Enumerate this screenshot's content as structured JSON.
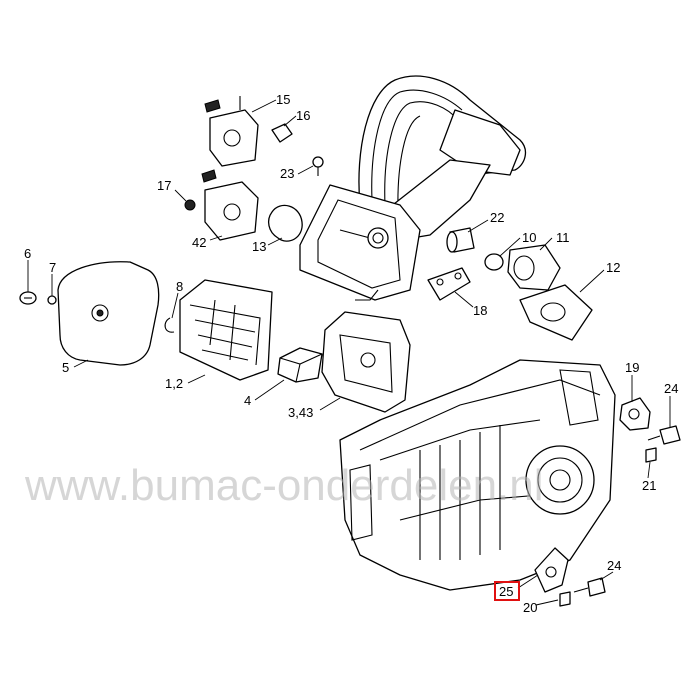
{
  "watermark": "www.bumac-onderdelen.nl",
  "highlight_color": "#e01010",
  "labels": {
    "l15": "15",
    "l16": "16",
    "l23": "23",
    "l17": "17",
    "l42": "42",
    "l13": "13",
    "l22": "22",
    "l10": "10",
    "l11": "11",
    "l12": "12",
    "l18": "18",
    "l6": "6",
    "l7": "7",
    "l8": "8",
    "l5": "5",
    "l12b": "1,2",
    "l4": "4",
    "l343": "3,43",
    "l19": "19",
    "l24a": "24",
    "l21": "21",
    "l24b": "24",
    "l25": "25",
    "l20": "20"
  }
}
